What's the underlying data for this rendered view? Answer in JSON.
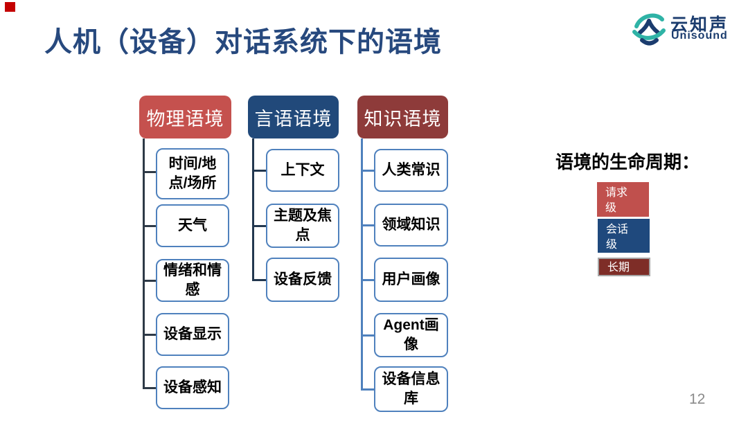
{
  "slide": {
    "title": "人机（设备）对话系统下的语境",
    "page_number": "12"
  },
  "logo": {
    "name": "云知声",
    "subtitle": "Unisound",
    "icon": "unisound-logo-icon",
    "brand_navy": "#1b3c6e",
    "brand_teal": "#2fb3a6"
  },
  "trees": [
    {
      "header": "物理语境",
      "header_color": "#c5514e",
      "connector_color": "#2e3a47",
      "children": [
        "时间/地点/场所",
        "天气",
        "情绪和情感",
        "设备显示",
        "设备感知"
      ]
    },
    {
      "header": "言语语境",
      "header_color": "#21497a",
      "connector_color": "#22374f",
      "children": [
        "上下文",
        "主题及焦点",
        "设备反馈"
      ]
    },
    {
      "header": "知识语境",
      "header_color": "#8e3b3a",
      "connector_color": "#4f81bd",
      "children": [
        "人类常识",
        "领域知识",
        "用户画像",
        "Agent画像",
        "设备信息库"
      ]
    }
  ],
  "legend": {
    "title": "语境的生命周期：",
    "items": [
      {
        "label": "请求\n级",
        "color": "#c0504d"
      },
      {
        "label": "会话\n级",
        "color": "#1f497d"
      },
      {
        "label": "长期",
        "color": "#7e2d27",
        "border_color": "#a6a6a6"
      }
    ]
  },
  "colors": {
    "title_text": "#27497e",
    "child_box_border": "#4f81bd",
    "corner_square": "#c40000",
    "page_number": "#8a8a8a"
  }
}
